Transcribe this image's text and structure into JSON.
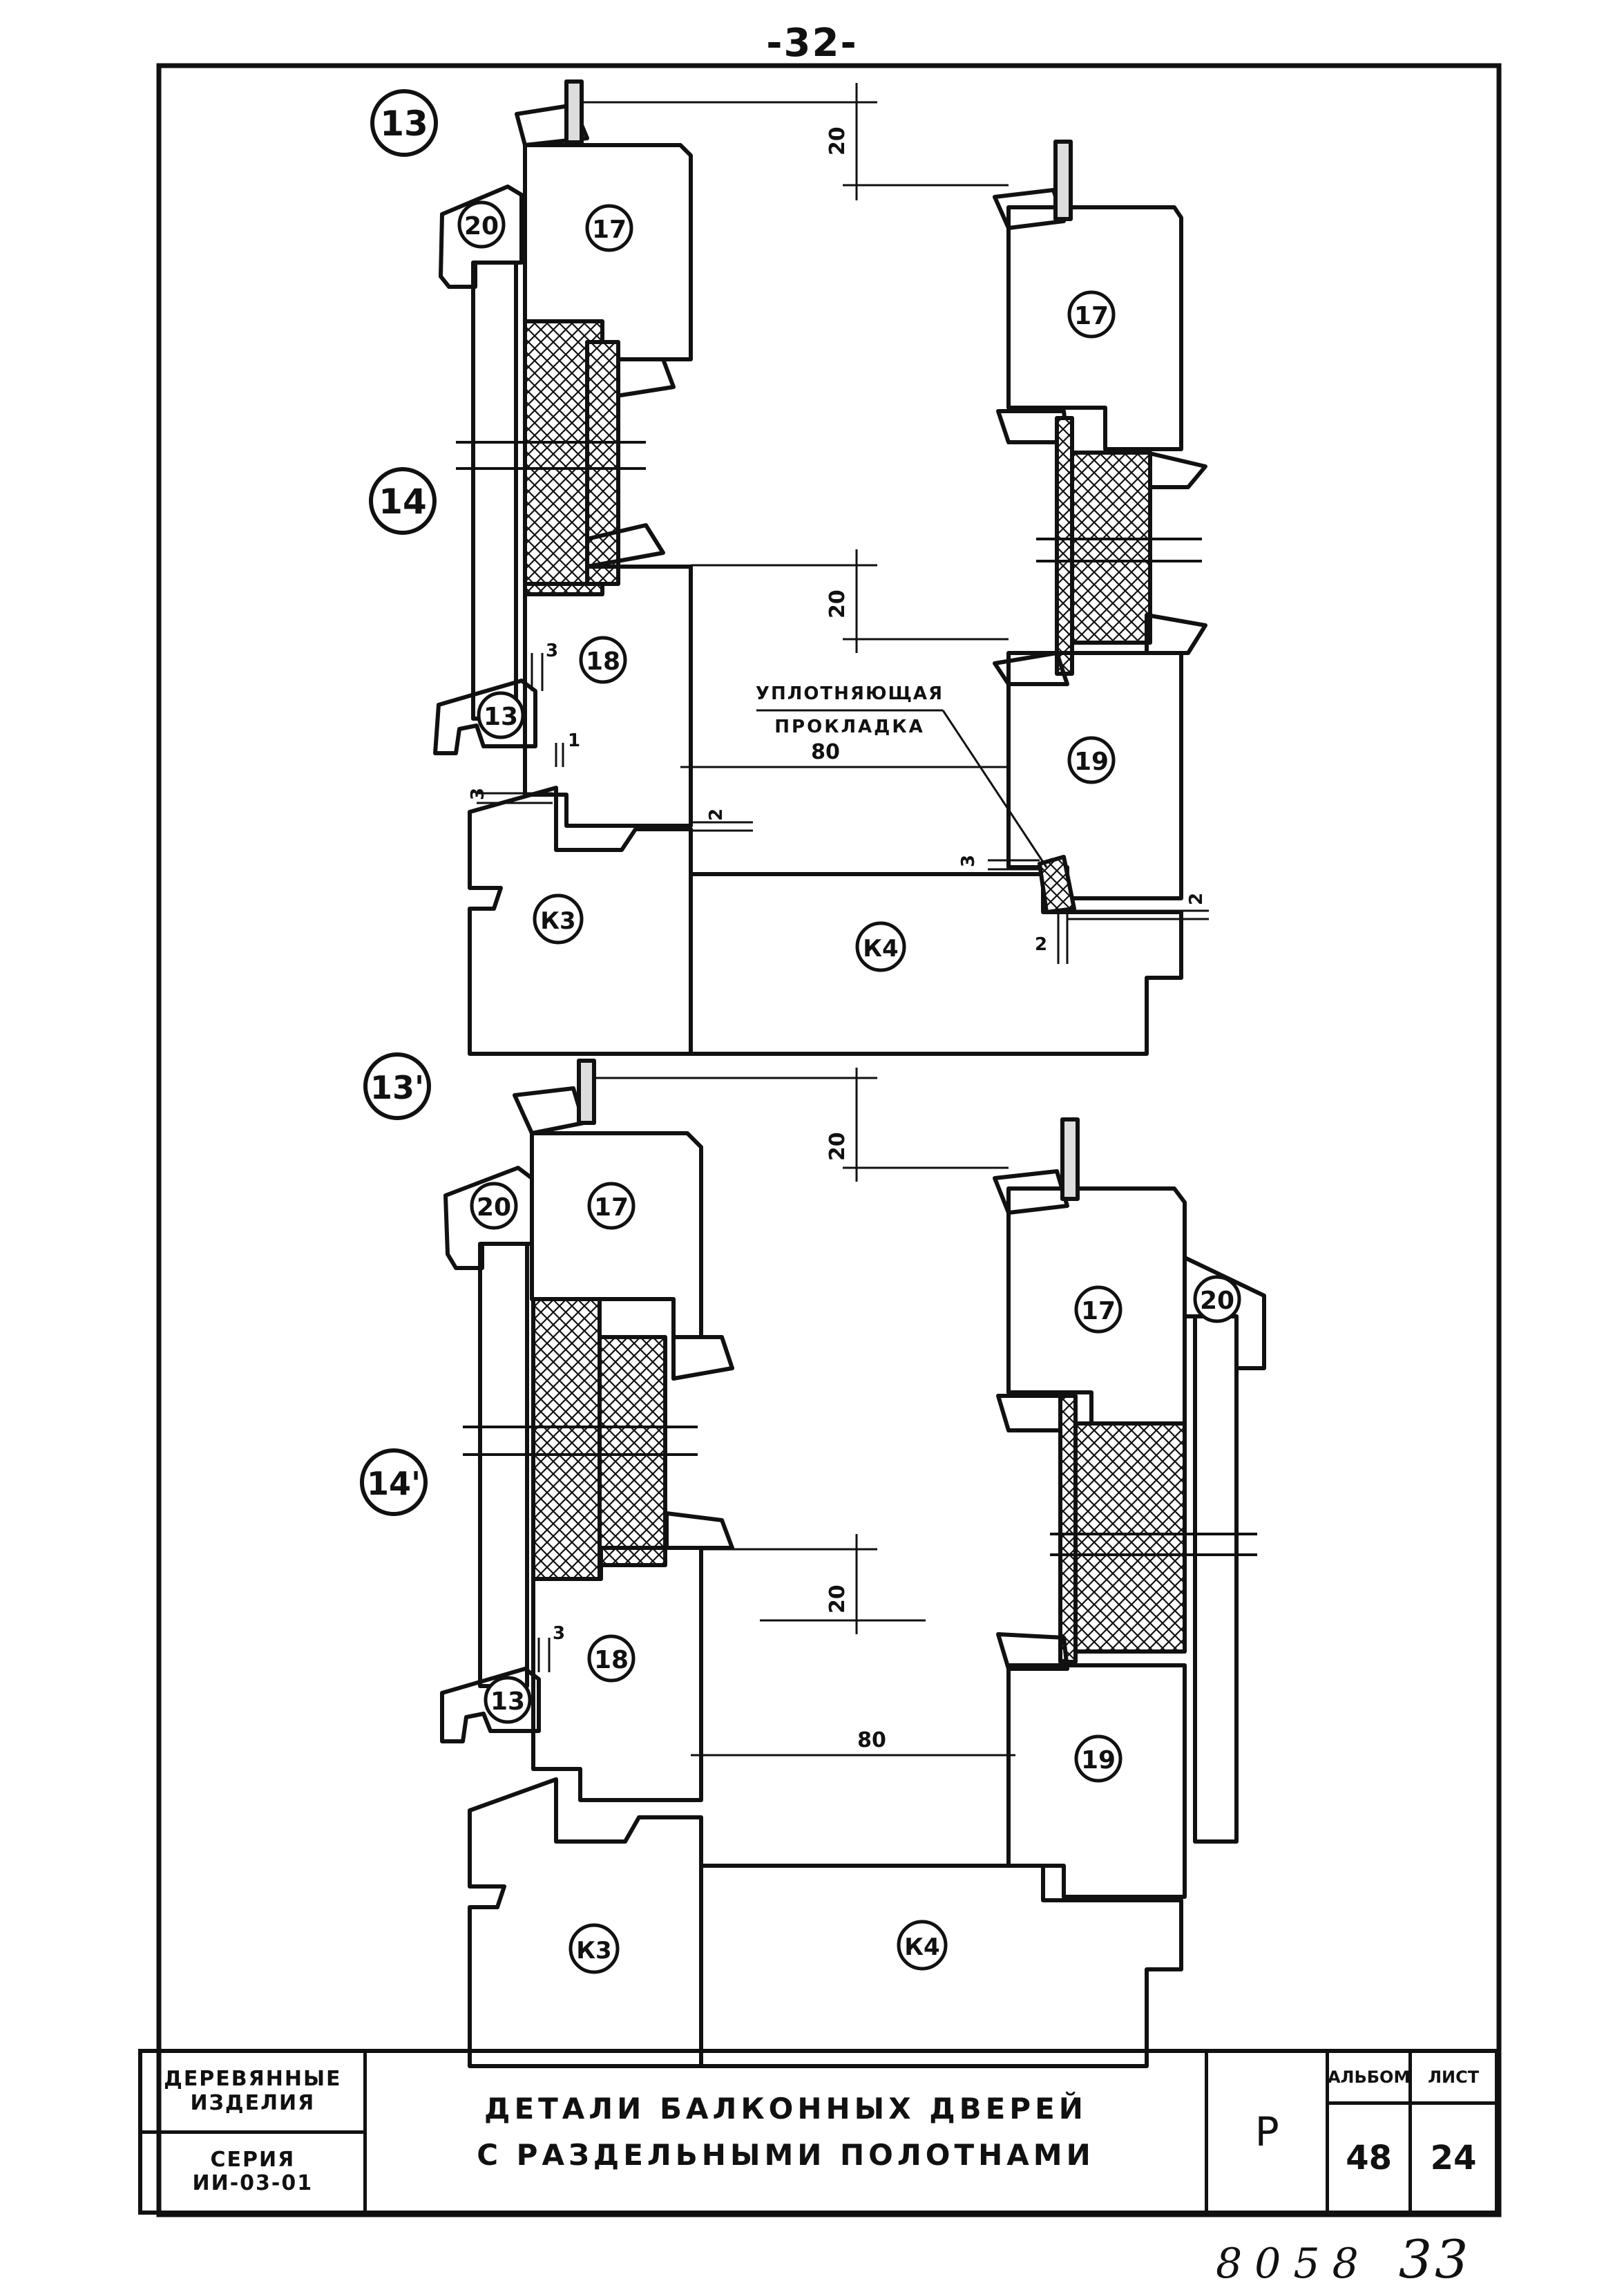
{
  "page_number": "-32-",
  "section_labels": {
    "s13": "13",
    "s14": "14",
    "s13p": "13'",
    "s14p": "14'"
  },
  "parts": {
    "p17": "17",
    "p18": "18",
    "p19": "19",
    "p20": "20",
    "p13": "13",
    "k3": "К3",
    "k4": "К4"
  },
  "dimensions": {
    "d20": "20",
    "d80": "80",
    "d3": "3",
    "d2": "2",
    "d1": "1"
  },
  "annotation": {
    "line1": "УПЛОТНЯЮЩАЯ",
    "line2": "ПРОКЛАДКА"
  },
  "title_block": {
    "category_line1": "ДЕРЕВЯННЫЕ",
    "category_line2": "ИЗДЕЛИЯ",
    "series_label": "СЕРИЯ",
    "series_value": "ИИ-03-01",
    "title_line1": "ДЕТАЛИ БАЛКОННЫХ ДВЕРЕЙ",
    "title_line2": "С РАЗДЕЛЬНЫМИ ПОЛОТНАМИ",
    "stage": "Р",
    "album_label": "АЛЬБОМ",
    "album_value": "48",
    "sheet_label": "ЛИСТ",
    "sheet_value": "24"
  },
  "handwritten": {
    "number": "8058",
    "page": "33"
  }
}
